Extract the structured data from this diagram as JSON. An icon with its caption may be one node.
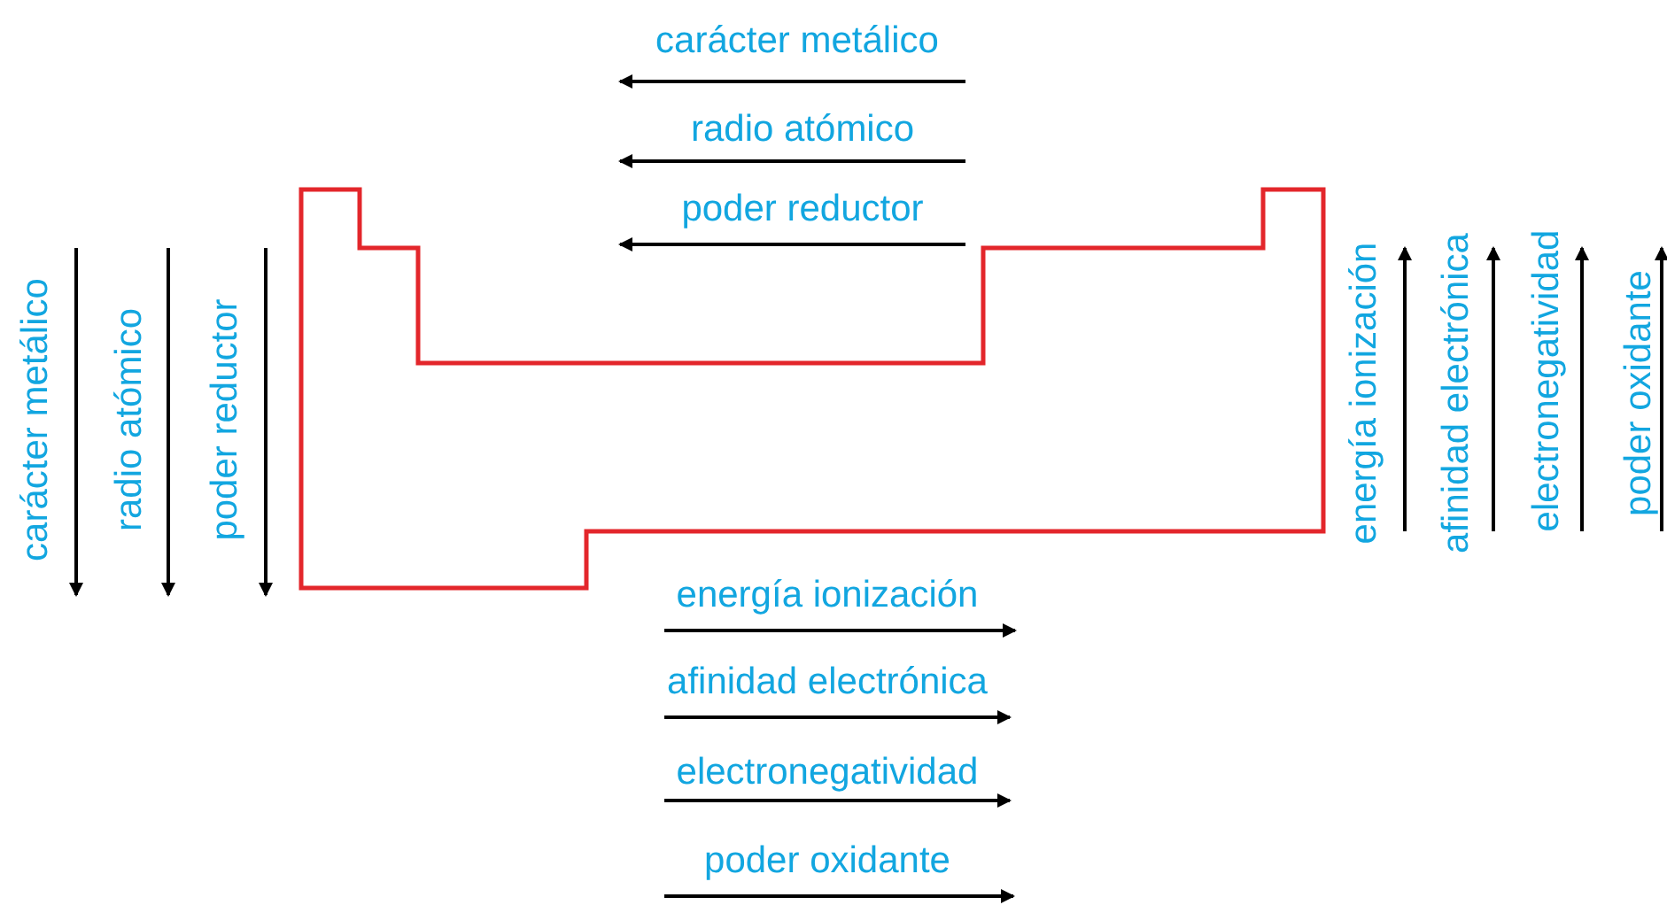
{
  "diagram": {
    "labels": [
      "carácter metálico",
      "radio atómico",
      "poder reductor",
      "carácter metálico",
      "radio atómico",
      "poder reductor",
      "energía ionización",
      "afinidad electrónica",
      "electronegatividad",
      "poder oxidante",
      "energía ionización",
      "afinidad electrónica",
      "electronegatividad",
      "poder oxidante"
    ]
  }
}
